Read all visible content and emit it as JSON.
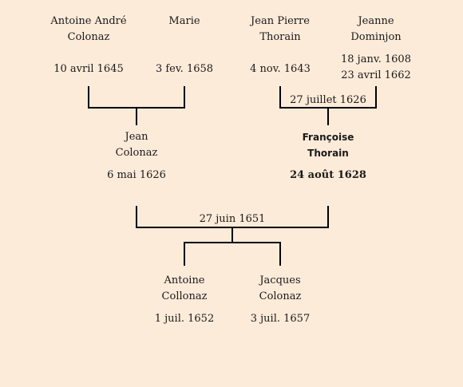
{
  "people": {
    "antoine_andre": {
      "name1": "Antoine André",
      "name2": "Colonaz",
      "date1": "",
      "date2": "10 avril 1645",
      "bold": false
    },
    "marie": {
      "name1": "Marie",
      "name2": "",
      "date1": "",
      "date2": "3 fev. 1658",
      "bold": false
    },
    "jean_pierre": {
      "name1": "Jean Pierre",
      "name2": "Thorain",
      "date1": "",
      "date2": "4 nov. 1643",
      "bold": false
    },
    "jeanne": {
      "name1": "Jeanne",
      "name2": "Dominjon",
      "date1": "18 janv. 1608",
      "date2": "23 avril 1662",
      "bold": false
    },
    "jean": {
      "name1": "Jean",
      "name2": "Colonaz",
      "date1": "",
      "date2": "6 mai 1626",
      "bold": false
    },
    "francoise": {
      "name1": "Françoise",
      "name2": "Thorain",
      "date1": "",
      "date2": "24 août 1628",
      "bold": true
    },
    "antoine": {
      "name1": "Antoine",
      "name2": "Collonaz",
      "date1": "",
      "date2": "1 juil. 1652",
      "bold": false
    },
    "jacques": {
      "name1": "Jacques",
      "name2": "Colonaz",
      "date1": "",
      "date2": "3 juil. 1657",
      "bold": false
    }
  },
  "marriages": {
    "thorain_dominjon": "27 juillet 1626",
    "colonaz_thorain": "27 juin 1651"
  },
  "colors": {
    "background": "#fdebd9",
    "line": "#000000",
    "text": "#1a1a1a"
  }
}
